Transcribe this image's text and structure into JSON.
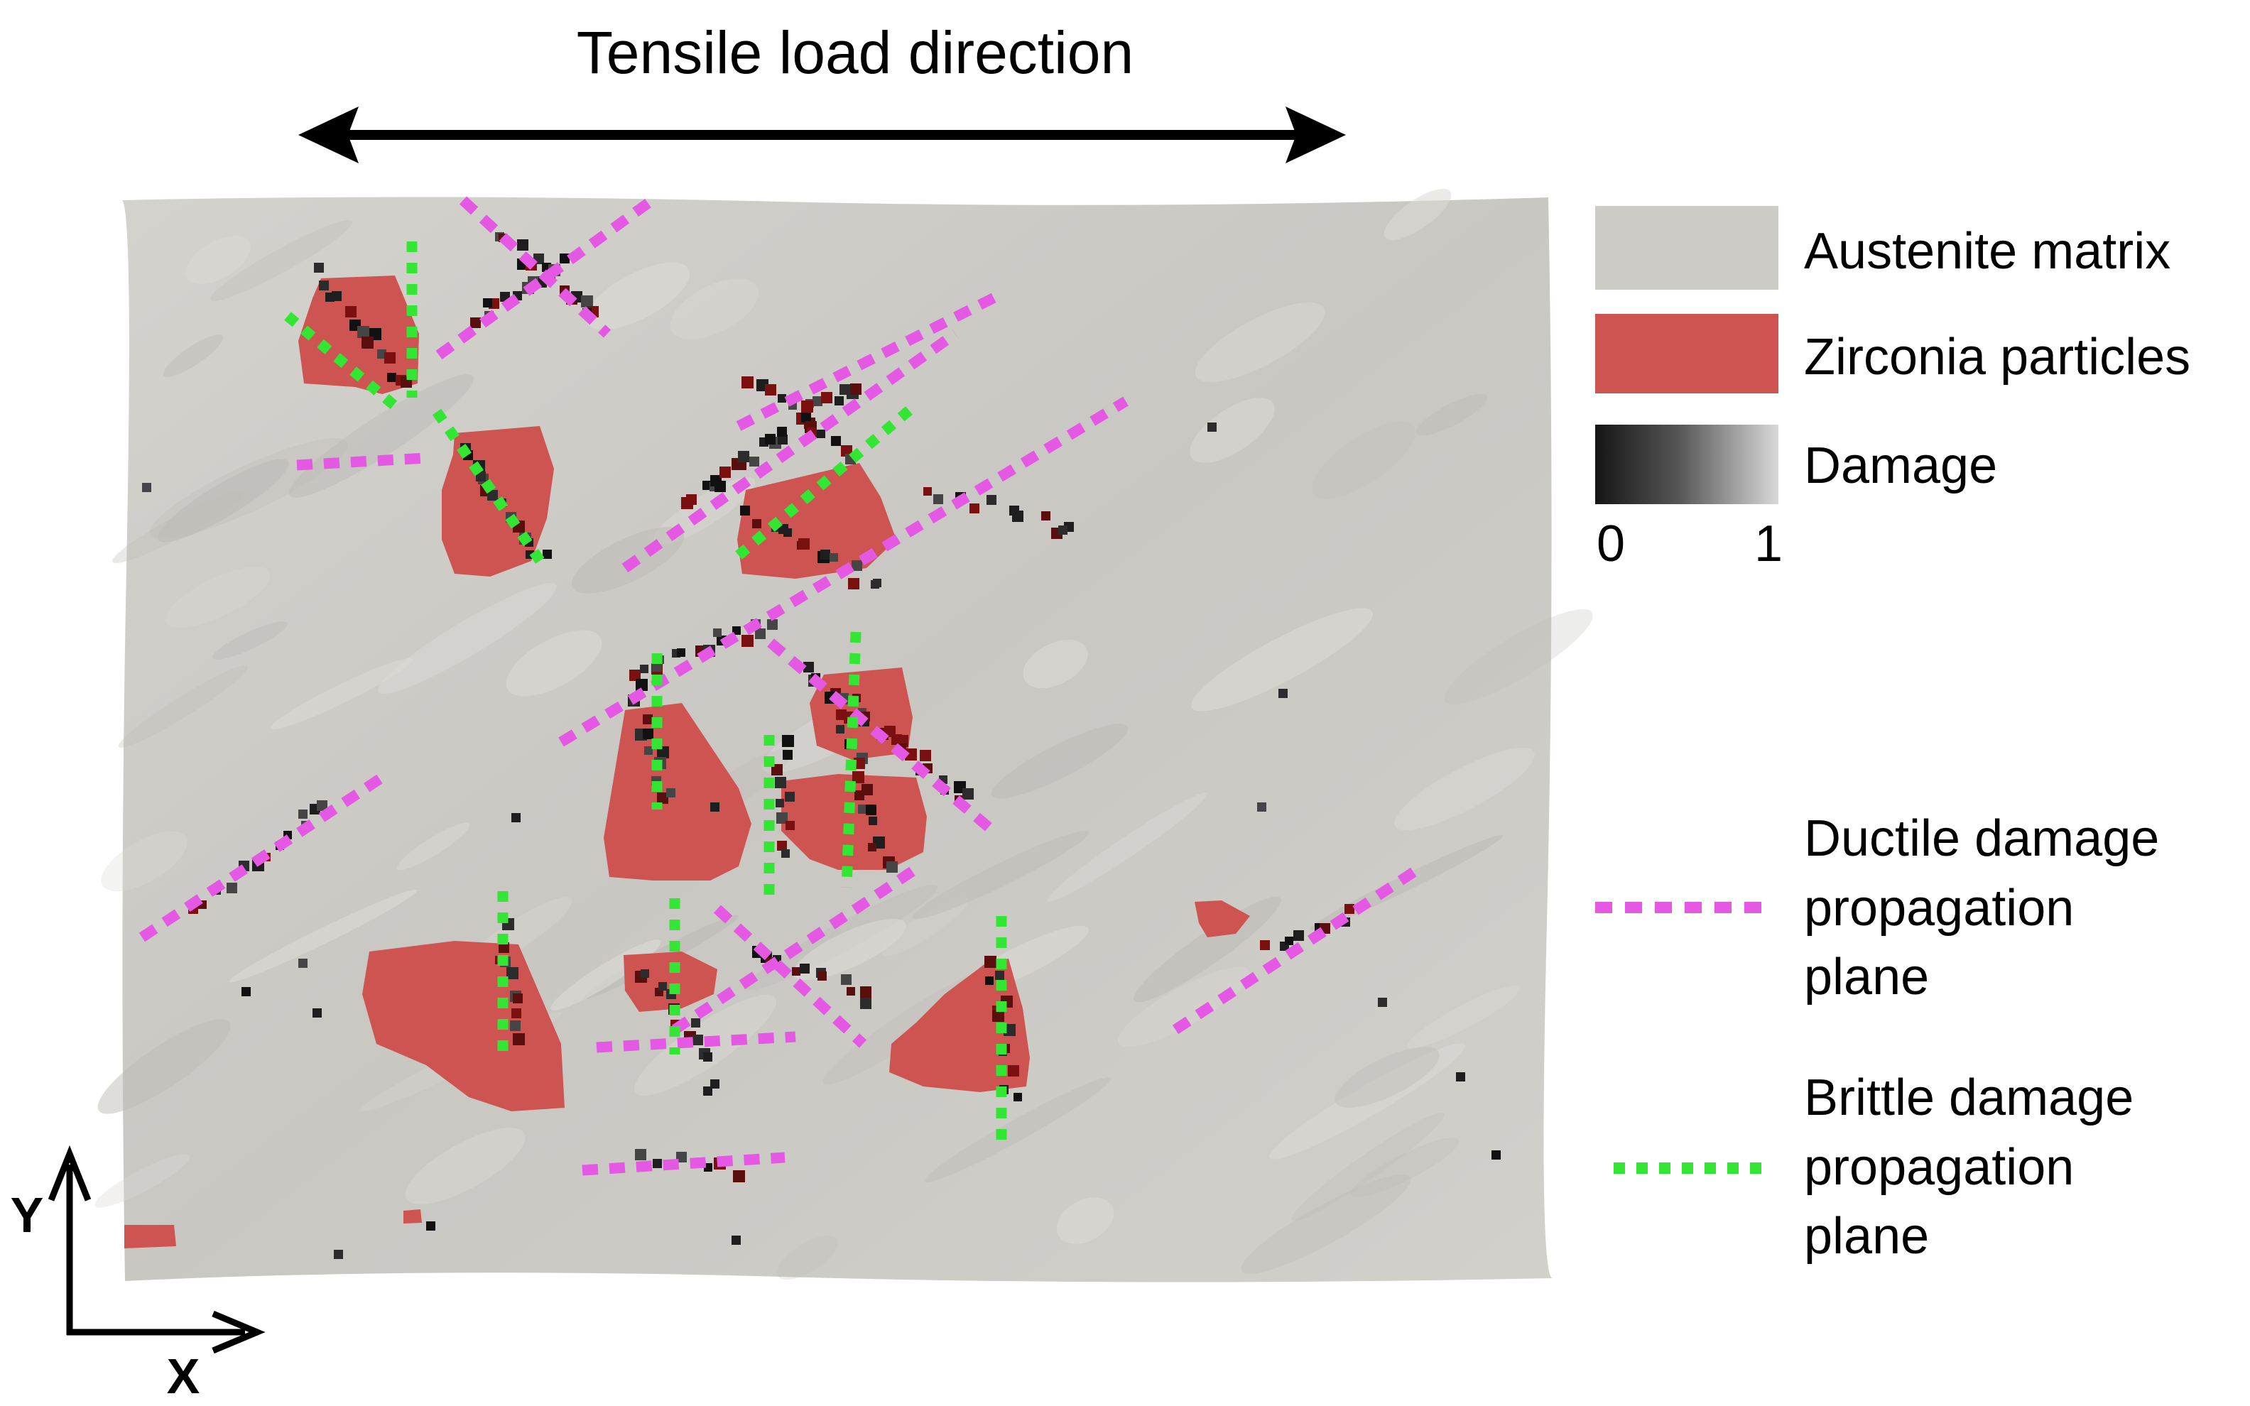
{
  "figure": {
    "title": "Tensile load direction",
    "axes": {
      "y_label": "Y",
      "x_label": "X"
    }
  },
  "legend": {
    "matrix": {
      "label": "Austenite matrix",
      "color": "#cdcbc6"
    },
    "particles": {
      "label": "Zirconia particles",
      "color": "#cd5450"
    },
    "damage": {
      "label": "Damage",
      "min_label": "0",
      "max_label": "1",
      "color_min": "#151515",
      "color_max": "#d9d9d9"
    },
    "ductile": {
      "lines": [
        "Ductile damage",
        "propagation",
        "plane"
      ],
      "color": "#e458e4"
    },
    "brittle": {
      "lines": [
        "Brittle damage",
        "propagation",
        "plane"
      ],
      "color": "#33e633"
    }
  }
}
